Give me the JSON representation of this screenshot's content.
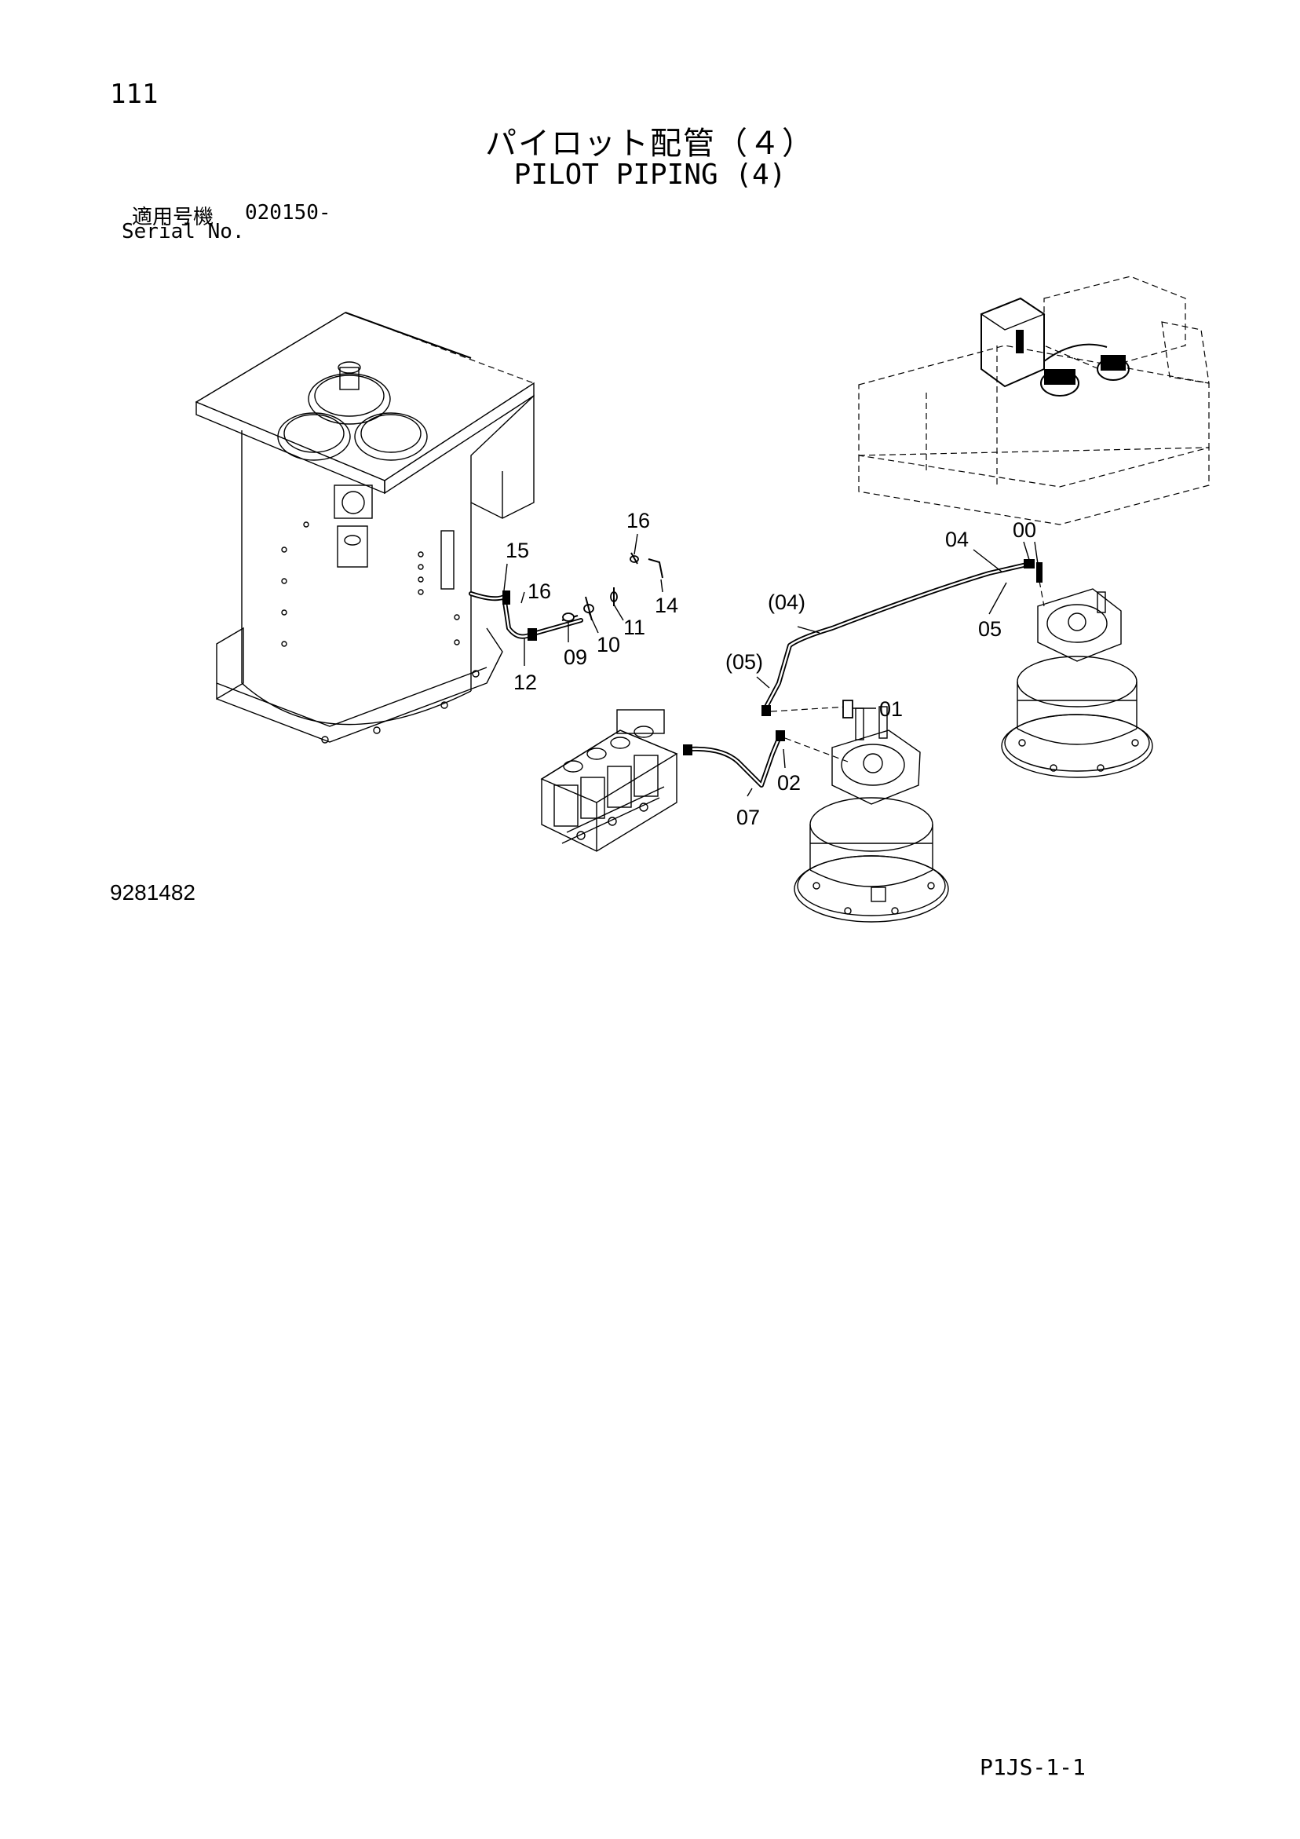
{
  "header": {
    "page_number": "111",
    "title_jp": "パイロット配管（４）",
    "title_en": "PILOT PIPING (4)",
    "serial_label_jp": "適用号機",
    "serial_value": "020150-",
    "serial_label_en": "Serial No."
  },
  "diagram": {
    "callouts": [
      "16",
      "15",
      "16",
      "14",
      "11",
      "10",
      "09",
      "12",
      "04",
      "00",
      "(04)",
      "05",
      "(05)",
      "01",
      "02",
      "07"
    ]
  },
  "footer": {
    "drawing_number": "9281482",
    "page_code": "P1JS-1-1"
  }
}
